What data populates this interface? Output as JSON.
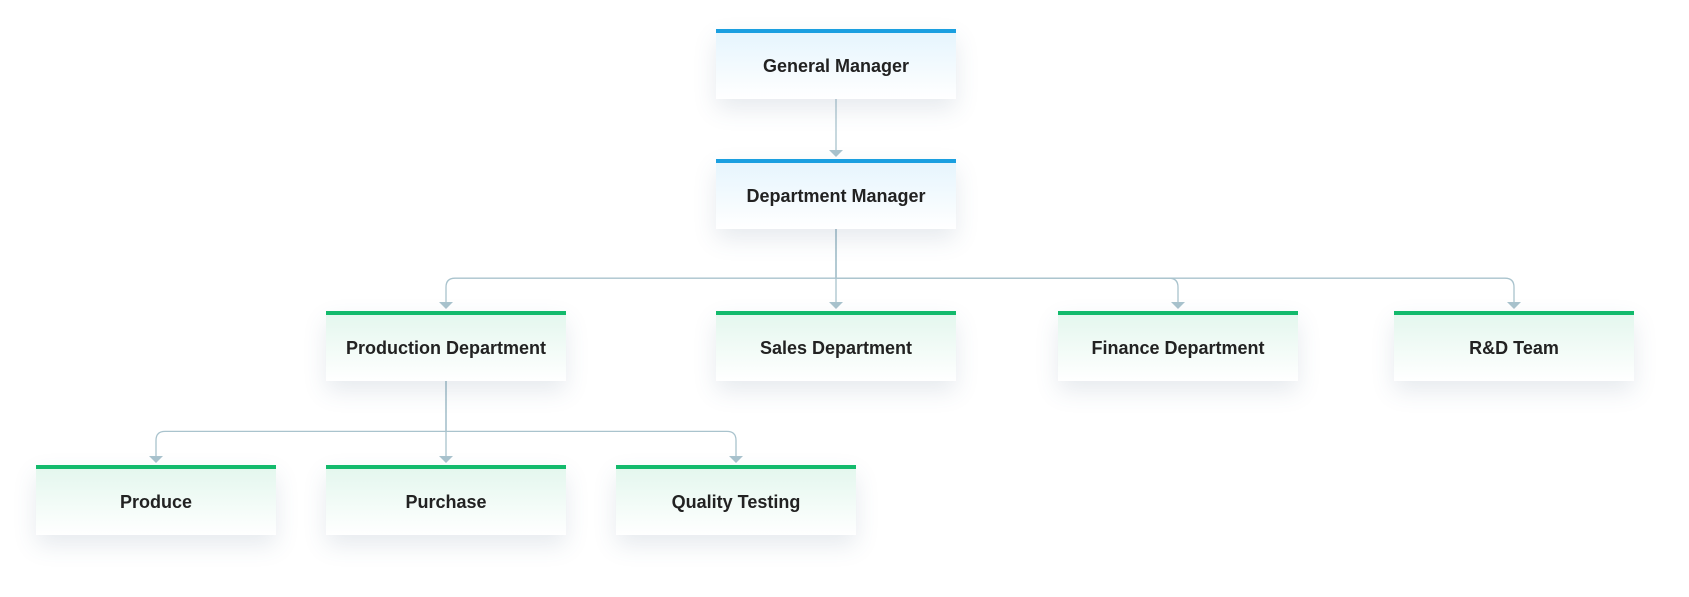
{
  "nodes": {
    "general_manager": "General Manager",
    "department_manager": "Department Manager",
    "production_department": "Production Department",
    "sales_department": "Sales Department",
    "finance_department": "Finance Department",
    "rd_team": "R&D Team",
    "produce": "Produce",
    "purchase": "Purchase",
    "quality_testing": "Quality Testing"
  },
  "edges": [
    [
      "general_manager",
      "department_manager"
    ],
    [
      "department_manager",
      "production_department"
    ],
    [
      "department_manager",
      "sales_department"
    ],
    [
      "department_manager",
      "finance_department"
    ],
    [
      "department_manager",
      "rd_team"
    ],
    [
      "production_department",
      "produce"
    ],
    [
      "production_department",
      "purchase"
    ],
    [
      "production_department",
      "quality_testing"
    ]
  ],
  "colors": {
    "top_level_accent": "#1a9fe0",
    "department_accent": "#13ba6c",
    "connector": "#a9c3cd"
  }
}
